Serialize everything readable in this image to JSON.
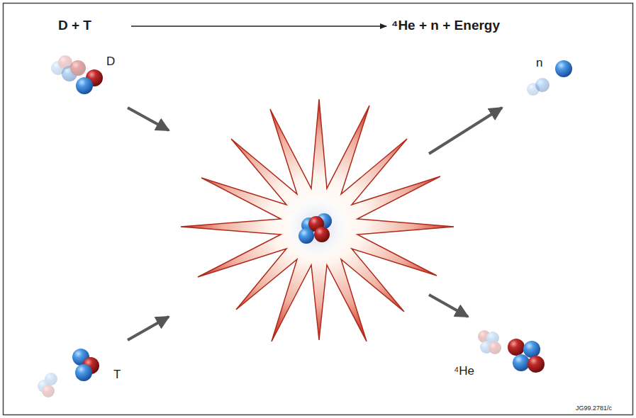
{
  "diagram": {
    "labels": [
      "D + T",
      "⁴He + n + Energy",
      "D",
      "n",
      "T",
      "⁴He",
      "JG99.2781/c"
    ]
  }
}
